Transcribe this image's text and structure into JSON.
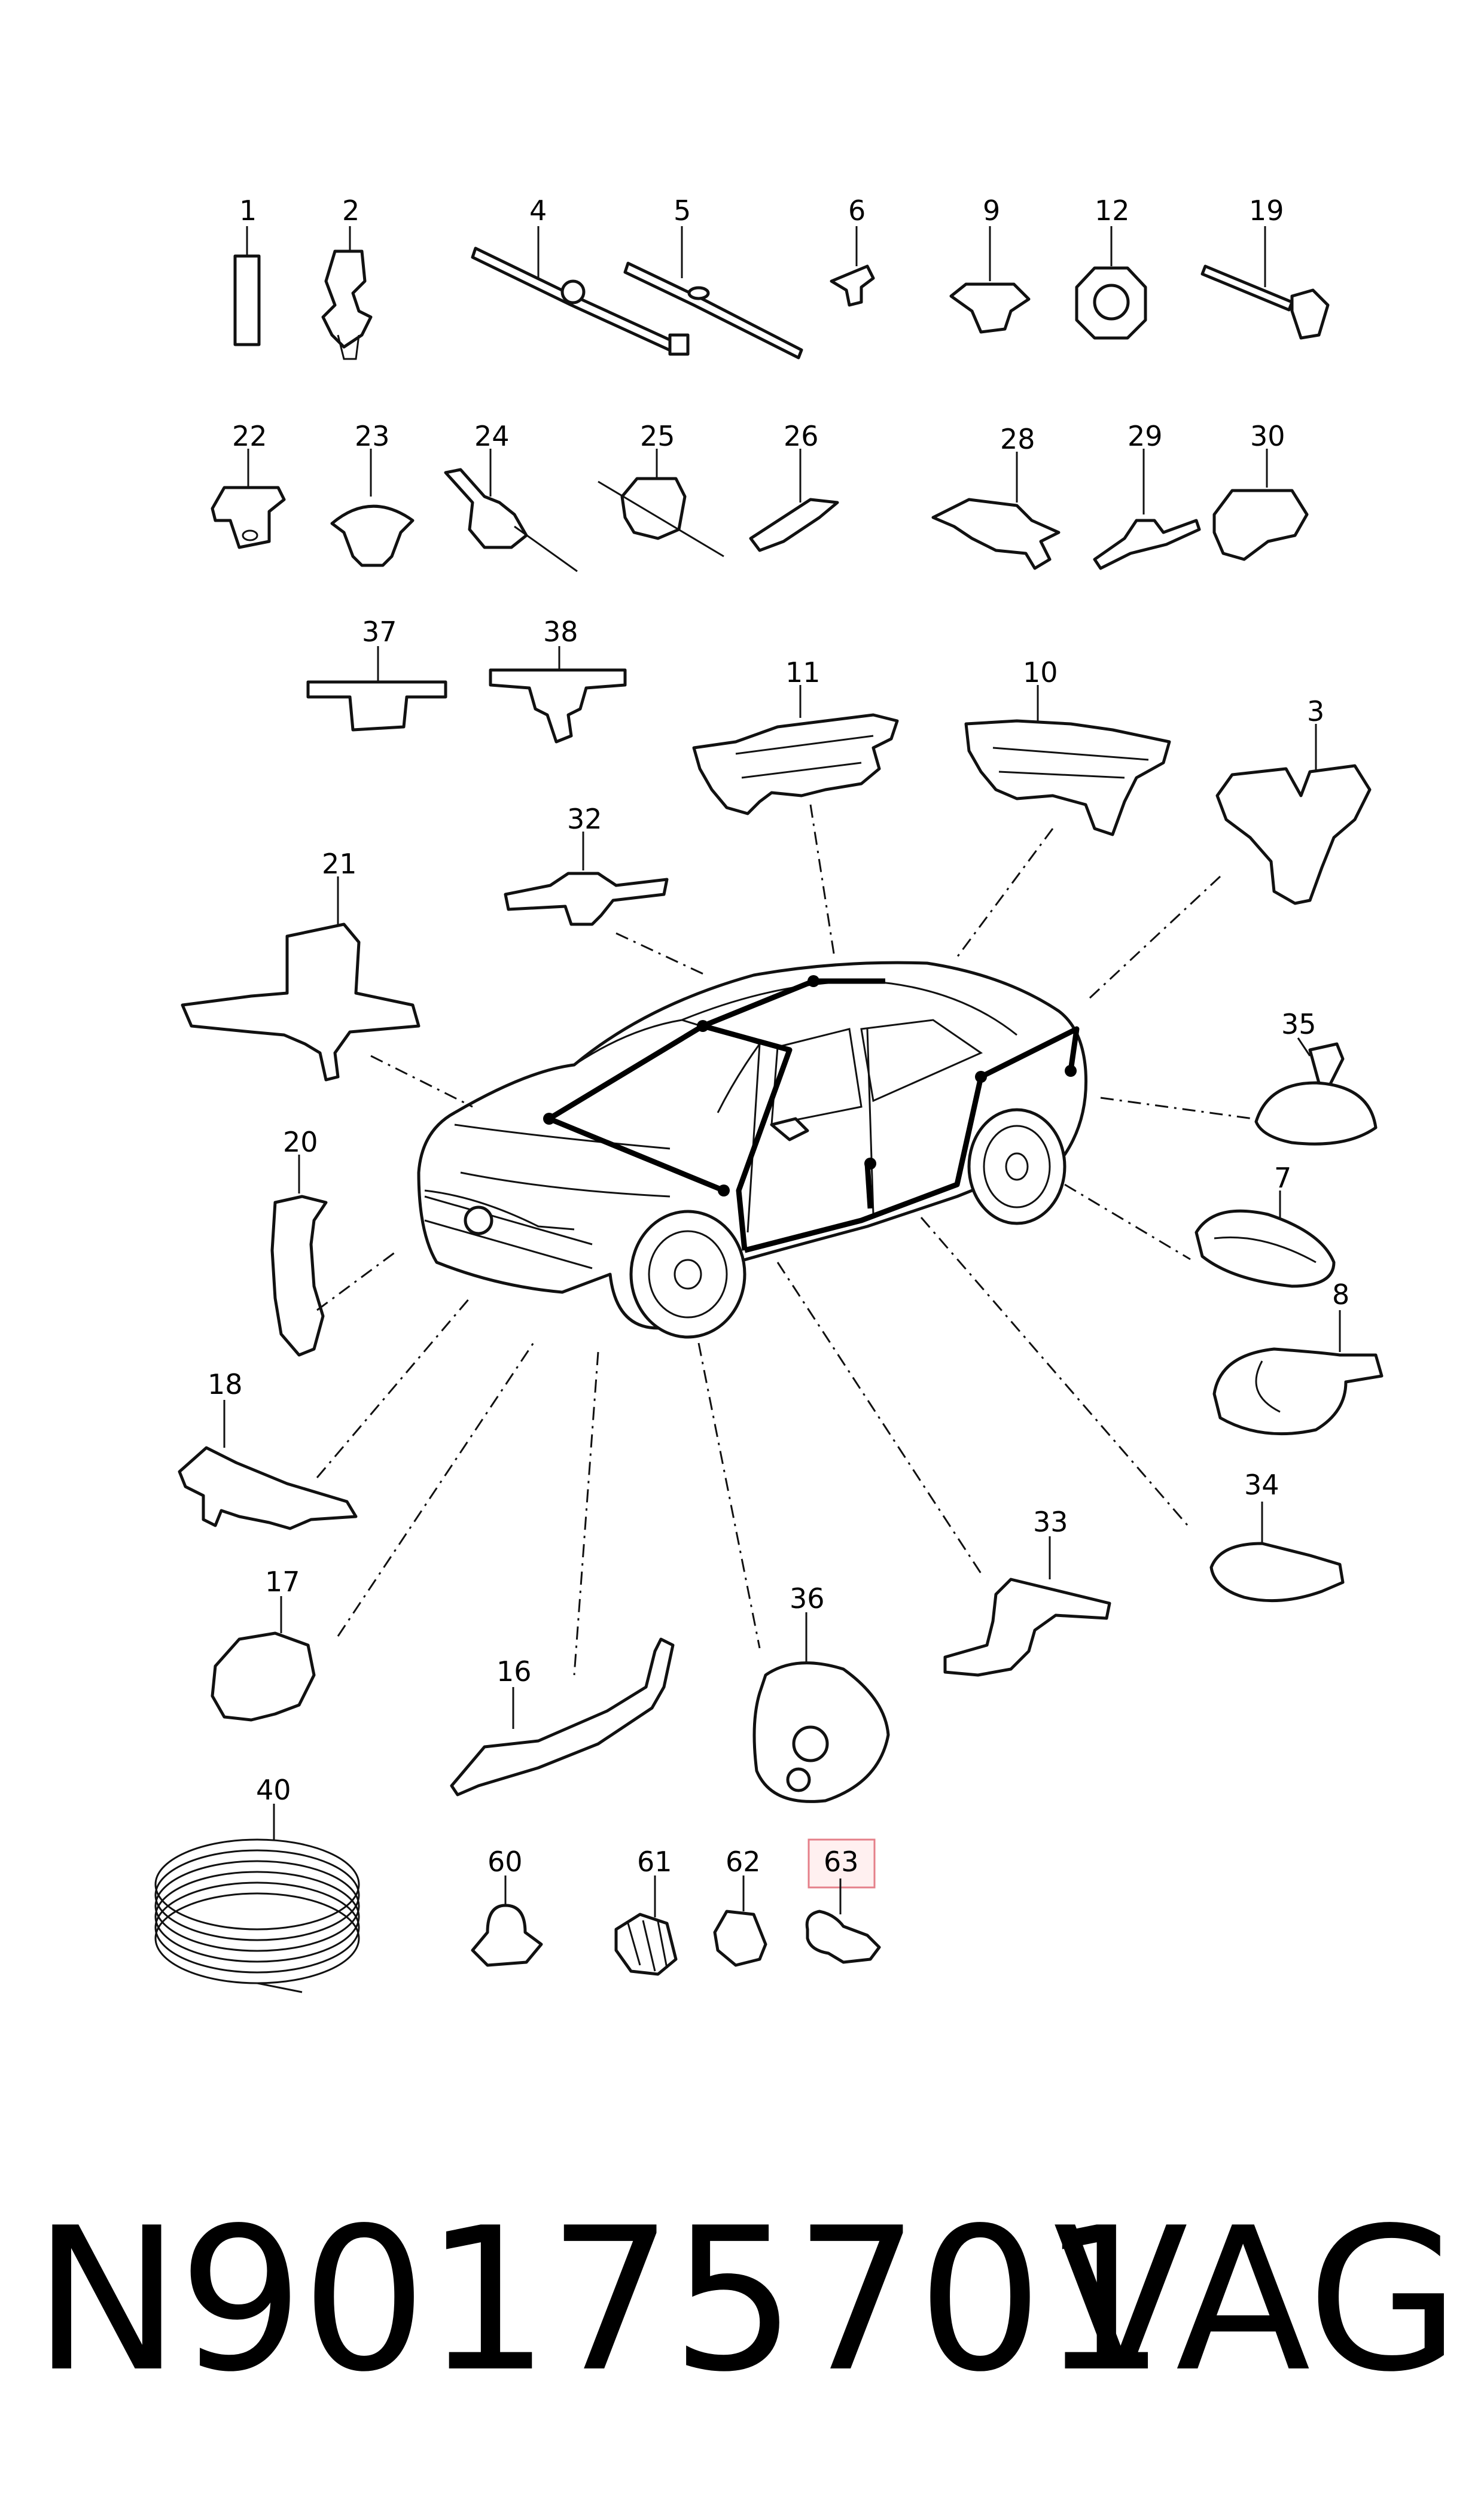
{
  "callouts": {
    "c1": "1",
    "c2": "2",
    "c4": "4",
    "c5": "5",
    "c6": "6",
    "c9": "9",
    "c12": "12",
    "c19": "19",
    "c22": "22",
    "c23": "23",
    "c24": "24",
    "c25": "25",
    "c26": "26",
    "c28": "28",
    "c29": "29",
    "c30": "30",
    "c37": "37",
    "c38": "38",
    "c11": "11",
    "c10": "10",
    "c3": "3",
    "c32": "32",
    "c21": "21",
    "c35": "35",
    "c20": "20",
    "c7": "7",
    "c8": "8",
    "c18": "18",
    "c34": "34",
    "c33": "33",
    "c17": "17",
    "c36": "36",
    "c16": "16",
    "c40": "40",
    "c60": "60",
    "c61": "61",
    "c62": "62",
    "c63": "63"
  },
  "highlighted_callout": "63",
  "highlight_color": "#e5808a",
  "footer": {
    "part_number": "N90175701",
    "brand": "VAG"
  }
}
